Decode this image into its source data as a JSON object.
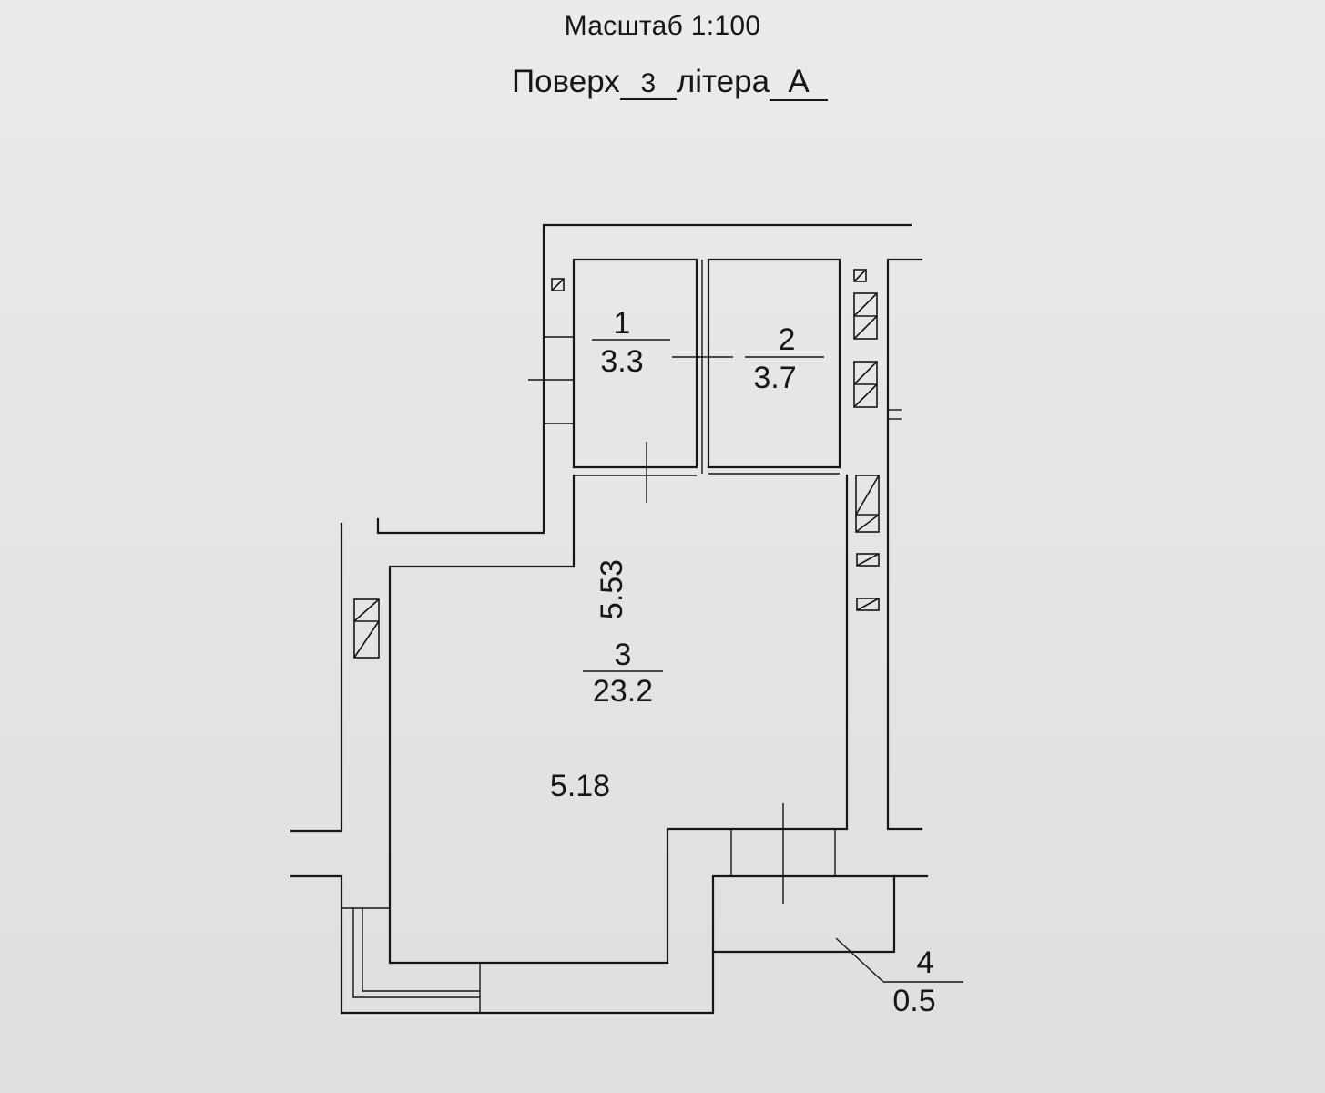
{
  "header": {
    "scale_label": "Масштаб 1:100",
    "floor_prefix": "Поверх",
    "floor_value": "3",
    "letter_prefix": "літера",
    "letter_value": "А"
  },
  "rooms": [
    {
      "number": "1",
      "area": "3.3"
    },
    {
      "number": "2",
      "area": "3.7"
    },
    {
      "number": "3",
      "area": "23.2"
    },
    {
      "number": "4",
      "area": "0.5"
    }
  ],
  "dimensions": {
    "room3_length": "5.53",
    "room3_width": "5.18"
  }
}
